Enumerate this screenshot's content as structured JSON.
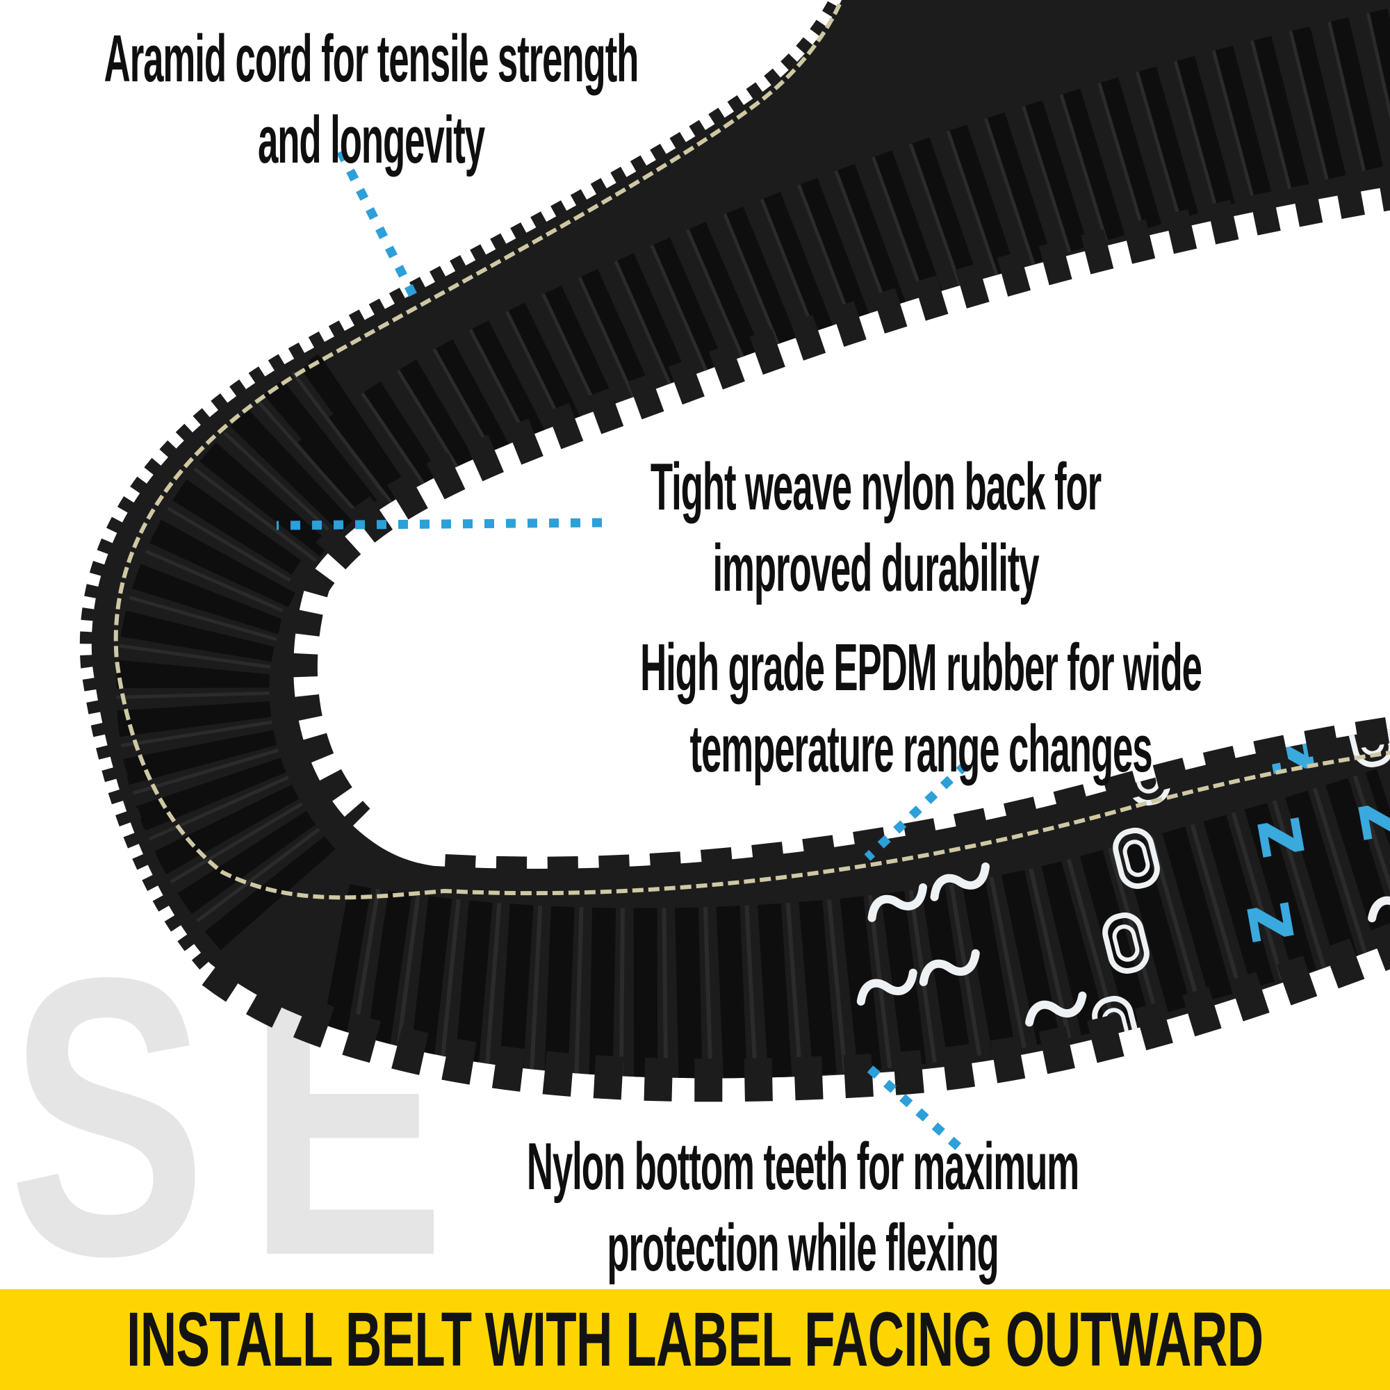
{
  "callouts": [
    {
      "id": "aramid-cord",
      "line1": "Aramid cord for tensile strength",
      "line2": "and longevity"
    },
    {
      "id": "nylon-back",
      "line1": "Tight weave nylon back for",
      "line2": "improved durability"
    },
    {
      "id": "epdm-rubber",
      "line1": "High grade EPDM rubber for wide",
      "line2": "temperature range changes"
    },
    {
      "id": "nylon-teeth",
      "line1": "Nylon bottom teeth for maximum",
      "line2": "protection while flexing"
    }
  ],
  "banner": {
    "text": "INSTALL BELT WITH LABEL FACING OUTWARD"
  },
  "watermark": {
    "text": "SE"
  },
  "belt": {
    "description": "Black cogged CVT drive belt curving in a U shape, aramid cord line along the back, toothed bottom edge",
    "label_marks": "White wave and double-ring glyphs with blue Z glyphs printed on the belt face near the right edge"
  },
  "colors": {
    "background": "#ffffff",
    "text_black": "#0f0f0f",
    "leader_blue": "#2d9fd9",
    "banner_yellow": "#ffd500",
    "banner_text": "#131313",
    "watermark_gray": "#e5e5e5",
    "belt_body": "#1c1c1c",
    "belt_rib_dark": "#0e0e0e",
    "belt_rib_light": "#2b2b2b",
    "belt_cord": "#cfc8a4",
    "label_white": "#eef2f4",
    "label_blue": "#3aa9de"
  }
}
